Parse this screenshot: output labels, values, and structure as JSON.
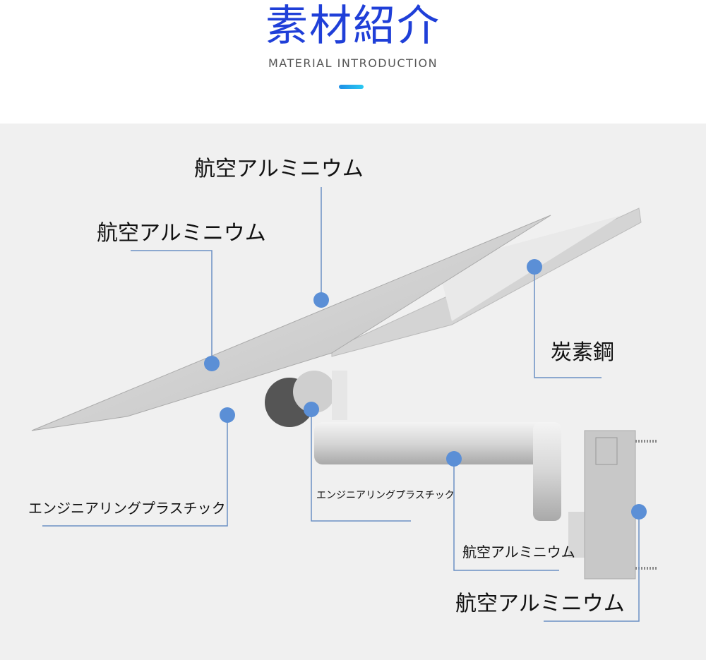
{
  "header": {
    "title": "素材紹介",
    "subtitle": "MATERIAL INTRODUCTION"
  },
  "colors": {
    "title": "#1f3fd8",
    "dot": "#5b8fd6",
    "line": "#6a8fc4"
  },
  "callouts": [
    {
      "label": "航空アルミニウム",
      "part": "tray-surface"
    },
    {
      "label": "航空アルミニウム",
      "part": "tray-plate"
    },
    {
      "label": "炭素鋼",
      "part": "keyboard-tray"
    },
    {
      "label": "エンジニアリングプラスチック",
      "part": "clip"
    },
    {
      "label": "エンジニアリングプラスチック",
      "part": "joint"
    },
    {
      "label": "航空アルミニウム",
      "part": "arm"
    },
    {
      "label": "航空アルミニウム",
      "part": "wall-plate"
    }
  ]
}
